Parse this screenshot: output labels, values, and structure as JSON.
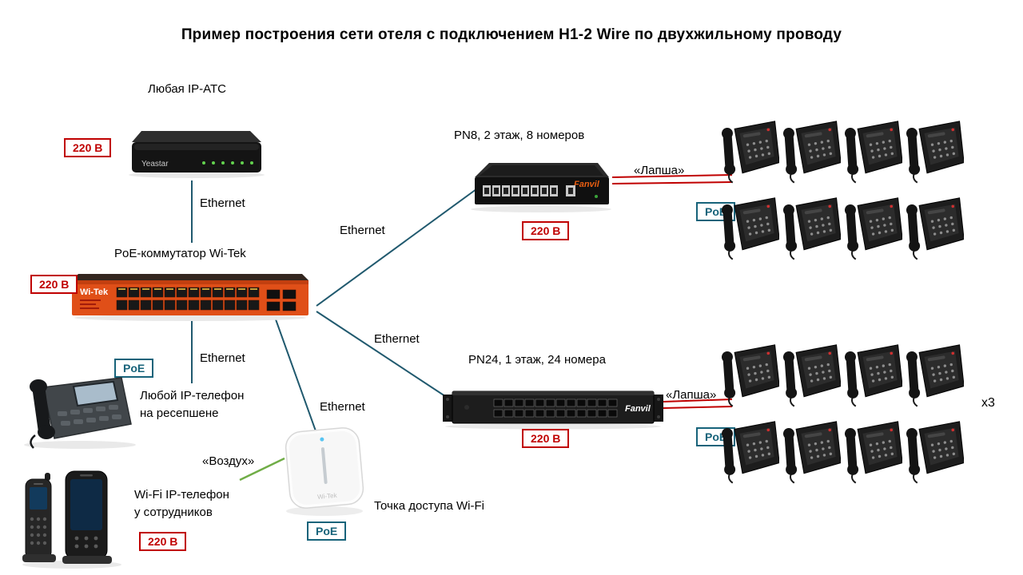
{
  "title": "Пример построения сети отеля с подключением H1-2 Wire по двухжильному проводу",
  "labels": {
    "power": "220 В",
    "poe": "PoE",
    "ethernet": "Ethernet",
    "lapsha": "«Лапша»",
    "air": "«Воздух»",
    "multiplier": "x3"
  },
  "devices": {
    "pbx": {
      "name": "Любая IP-АТС",
      "brand": "Yeastar"
    },
    "core_switch": {
      "name": "PoE-коммутатор Wi-Tek",
      "brand": "Wi-Tek"
    },
    "pn8": {
      "name": "PN8, 2 этаж, 8 номеров",
      "brand": "Fanvil"
    },
    "pn24": {
      "name": "PN24, 1 этаж, 24 номера",
      "brand": "Fanvil"
    },
    "reception_phone": {
      "name_line1": "Любой IP-телефон",
      "name_line2": "на ресепшене"
    },
    "staff_phone": {
      "name_line1": "Wi-Fi IP-телефон",
      "name_line2": "у сотрудников"
    },
    "access_point": {
      "name": "Точка доступа Wi-Fi"
    }
  },
  "colors": {
    "power_badge": "#c00000",
    "poe_badge": "#17637a",
    "ethernet_line": "#20596e",
    "lapsha_line": "#c00000",
    "air_line": "#70ad47"
  },
  "grids": {
    "phones_per_grid": "8",
    "floor2_grid": "PN8 rooms",
    "floor1_grid": "PN24 rooms"
  }
}
